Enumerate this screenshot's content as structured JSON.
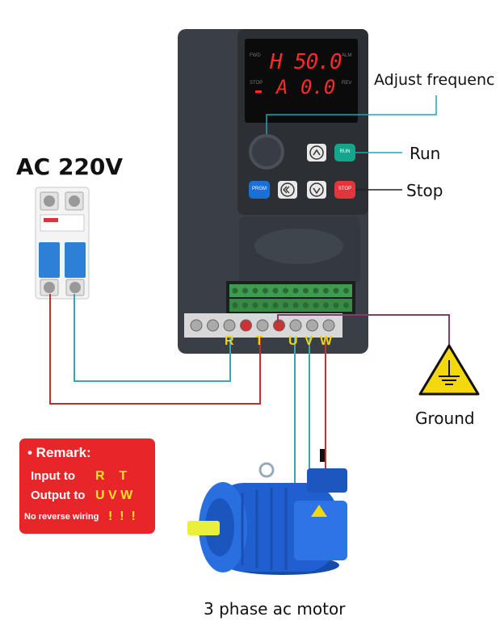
{
  "display": {
    "line1_char": "H",
    "line1_value": "50.0",
    "line2_char": "A",
    "line2_value": "0.0",
    "indicators": [
      "FWD",
      "ALM",
      "STOP",
      "REV"
    ]
  },
  "keys": {
    "run": "RUN",
    "stop": "STOP",
    "prgm": "PRGM"
  },
  "callouts": {
    "adjust": "Adjust frequenc",
    "run": "Run",
    "stop": "Stop",
    "ground": "Ground",
    "motor": "3 phase ac motor",
    "supply": "AC 220V"
  },
  "terminals": {
    "input": [
      "R",
      "T"
    ],
    "output": [
      "U",
      "V",
      "W"
    ]
  },
  "remark": {
    "title": "• Remark:",
    "input_label": "Input to",
    "input_terms": "R    T",
    "output_label": "Output to",
    "output_terms": "U V W",
    "warning": "No reverse wiring",
    "marks": "!  !  !"
  },
  "colors": {
    "housing": "#3a3f45",
    "display_digits": "#ff2a2a",
    "run_key": "#15a58d",
    "stop_key": "#e4353d",
    "prgm_key": "#1b6fd9",
    "terminal_letters": "#f0d21a",
    "wire_red": "#b83232",
    "wire_teal": "#3aa6b0",
    "wire_purple": "#8a3a6a",
    "motor_blue": "#1f5fcf",
    "remark_bg": "#e8262a"
  }
}
